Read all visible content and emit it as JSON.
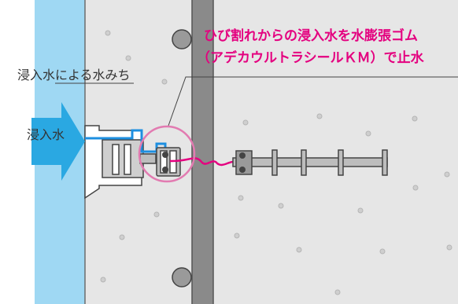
{
  "labels": {
    "callout_line1": "ひび割れからの浸入水を水膨張ゴム",
    "callout_line2": "（アデカウルトラシールＫＭ）で止水",
    "water_path": "浸入水による水みち",
    "water_in": "浸入水"
  },
  "colors": {
    "water": "#9fd8f3",
    "arrow": "#2aa8e2",
    "accent": "#e4007f",
    "concrete": "#e6e6e6",
    "joint": "#8a8a8a",
    "waterstop": "#bdbdbd",
    "circle": "#e27bb1"
  }
}
